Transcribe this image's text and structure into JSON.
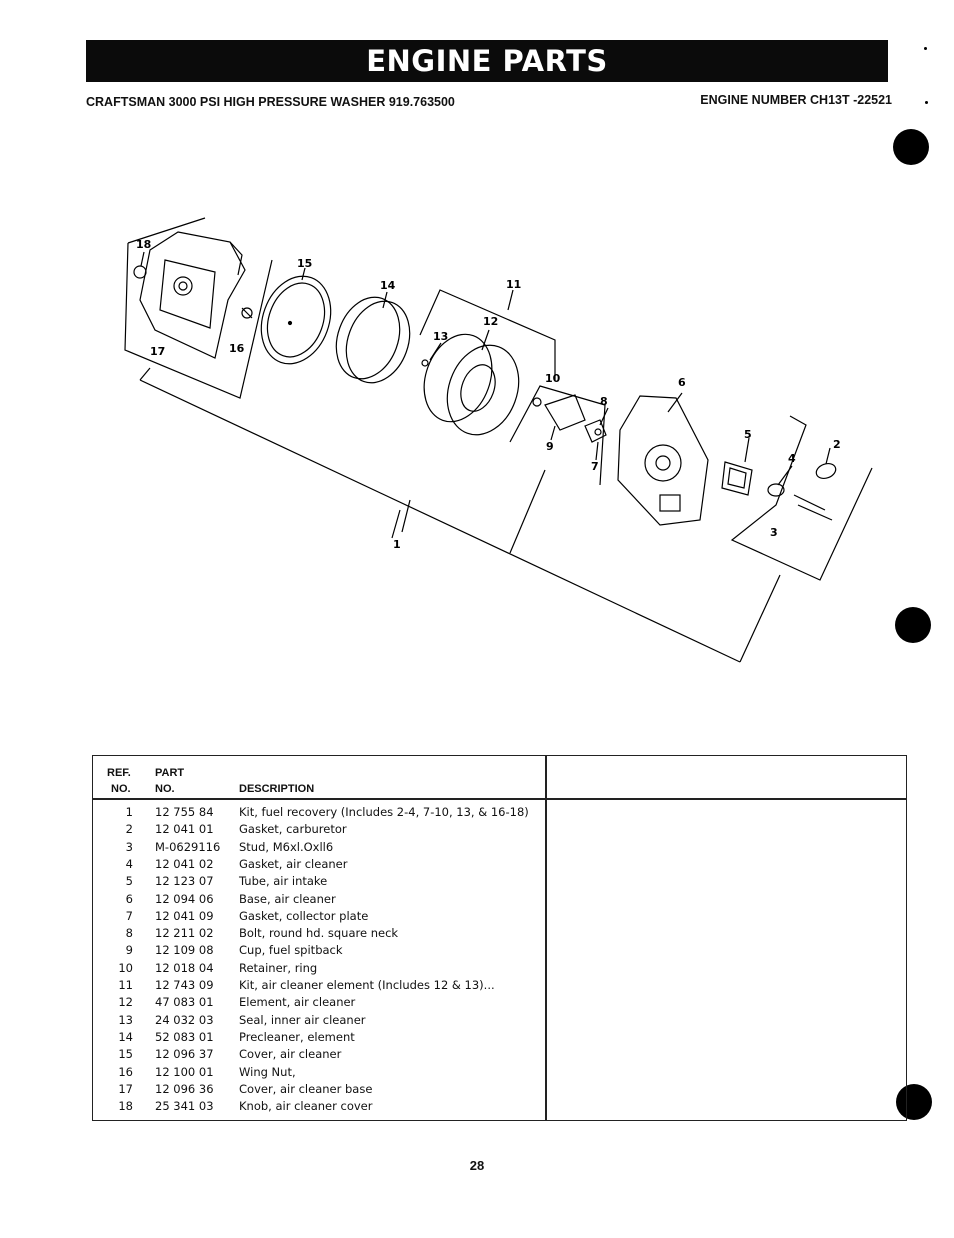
{
  "header": {
    "title": "ENGINE PARTS",
    "model": "CRAFTSMAN 3000 PSI HIGH PRESSURE WASHER 919.763500",
    "engine": "ENGINE NUMBER CH13T -22521"
  },
  "diagram": {
    "callouts": [
      "1",
      "2",
      "3",
      "4",
      "5",
      "6",
      "7",
      "8",
      "9",
      "10",
      "11",
      "12",
      "13",
      "14",
      "15",
      "16",
      "17",
      "18"
    ]
  },
  "parts_table": {
    "headers": {
      "ref_top": "REF.",
      "ref_bottom": "NO.",
      "part_top": "PART",
      "part_bottom": "NO.",
      "description": "DESCRIPTION"
    },
    "rows": [
      {
        "ref": "1",
        "part": "12 755 84",
        "desc": "Kit, fuel recovery (Includes 2-4, 7-10, 13, & 16-18)"
      },
      {
        "ref": "2",
        "part": "12 041 01",
        "desc": "Gasket, carburetor"
      },
      {
        "ref": "3",
        "part": "M-0629116",
        "desc": "Stud, M6xl.Oxll6"
      },
      {
        "ref": "4",
        "part": "12 041 02",
        "desc": "Gasket, air cleaner"
      },
      {
        "ref": "5",
        "part": "12 123 07",
        "desc": "Tube, air intake"
      },
      {
        "ref": "6",
        "part": "12 094 06",
        "desc": "Base, air cleaner"
      },
      {
        "ref": "7",
        "part": "12 041 09",
        "desc": "Gasket, collector plate"
      },
      {
        "ref": "8",
        "part": "12 211 02",
        "desc": "Bolt, round hd. square neck"
      },
      {
        "ref": "9",
        "part": "12 109 08",
        "desc": "Cup, fuel spitback"
      },
      {
        "ref": "10",
        "part": "12 018 04",
        "desc": "Retainer, ring"
      },
      {
        "ref": "11",
        "part": "12 743 09",
        "desc": "Kit, air cleaner element (Includes 12 & 13)..."
      },
      {
        "ref": "12",
        "part": "47 083 01",
        "desc": "Element, air cleaner"
      },
      {
        "ref": "13",
        "part": "24 032 03",
        "desc": "Seal, inner air cleaner"
      },
      {
        "ref": "14",
        "part": "52 083 01",
        "desc": "Precleaner, element"
      },
      {
        "ref": "15",
        "part": "12 096 37",
        "desc": "Cover, air cleaner"
      },
      {
        "ref": "16",
        "part": "12 100 01",
        "desc": "Wing Nut,"
      },
      {
        "ref": "17",
        "part": "12 096 36",
        "desc": "Cover, air cleaner base"
      },
      {
        "ref": "18",
        "part": "25 341 03",
        "desc": "Knob, air cleaner cover"
      }
    ]
  },
  "footer": {
    "page_number": "28"
  }
}
